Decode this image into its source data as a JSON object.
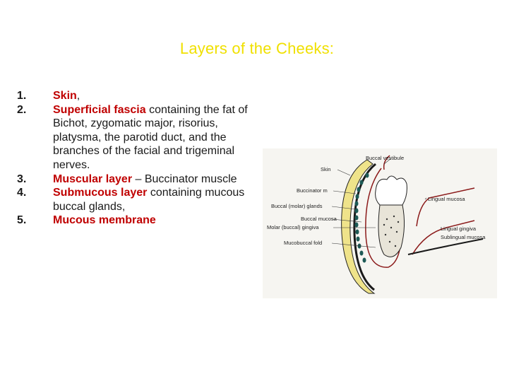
{
  "title": "Layers of the Cheeks:",
  "items": [
    {
      "num": "1.",
      "term": "Skin",
      "rest": ","
    },
    {
      "num": "2.",
      "term": "Superficial fascia",
      "rest": " containing the fat of Bichot, zygomatic major, risorius, platysma, the parotid duct, and the branches of the facial and trigeminal nerves."
    },
    {
      "num": "3.",
      "term": "Muscular layer",
      "rest": " – Buccinator muscle"
    },
    {
      "num": "4.",
      "term": "Submucous layer",
      "rest": " containing mucous buccal glands,"
    },
    {
      "num": "5.",
      "term": "Mucous membrane",
      "rest": ""
    }
  ],
  "diagram": {
    "labels": {
      "buccal_vestibule": "Buccal vestibule",
      "skin": "Skin",
      "buccinator": "Buccinator m",
      "buccal_glands": "Buccal (molar) glands",
      "buccal_mucosa": "Buccal mucosa",
      "molar_gingiva": "Molar (buccal) gingiva",
      "mucobuccal_fold": "Mucobuccal fold",
      "lingual_mucosa": "Lingual mucosa",
      "lingual_gingiva": "Lingual gingiva",
      "sublingual_mucosa": "Sublingual mucosa"
    }
  }
}
